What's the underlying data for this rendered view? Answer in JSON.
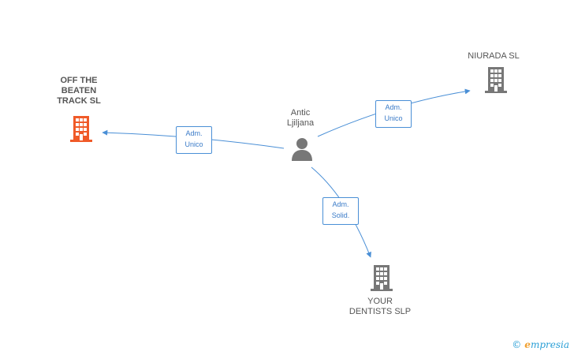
{
  "colors": {
    "edge": "#4a8fd6",
    "building_gray": "#777777",
    "building_highlight": "#f05a28",
    "person": "#777777"
  },
  "nodes": {
    "person": {
      "name_line1": "Antic",
      "name_line2": "Ljiljana",
      "icon": "person-icon"
    },
    "off_the_beaten": {
      "line1": "OFF THE",
      "line2": "BEATEN",
      "line3": "TRACK SL",
      "icon": "building-icon"
    },
    "niurada": {
      "line1": "NIURADA SL",
      "icon": "building-icon"
    },
    "your_dentists": {
      "line1": "YOUR",
      "line2": "DENTISTS SLP",
      "icon": "building-icon"
    }
  },
  "edges": {
    "to_off_the_beaten": {
      "label": "Adm.\nUnico"
    },
    "to_niurada": {
      "label": "Adm.\nUnico"
    },
    "to_your_dentists": {
      "label": "Adm.\nSolid."
    }
  },
  "footer": {
    "copyright": "©",
    "brand_e": "e",
    "brand_rest": "mpresia"
  }
}
